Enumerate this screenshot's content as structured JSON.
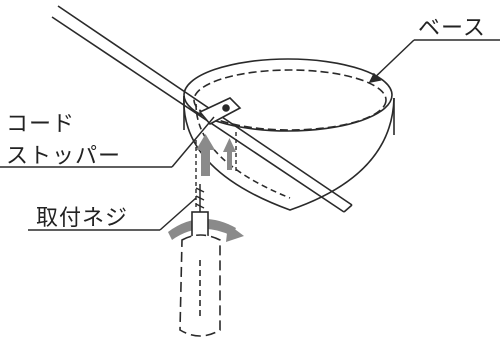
{
  "labels": {
    "base": "ベース",
    "cord_stopper_line1": "コード",
    "cord_stopper_line2": "ストッパー",
    "mounting_screw": "取付ネジ"
  },
  "colors": {
    "line": "#2a2a2a",
    "arrow_gray": "#8a8a8a",
    "background": "#ffffff"
  }
}
